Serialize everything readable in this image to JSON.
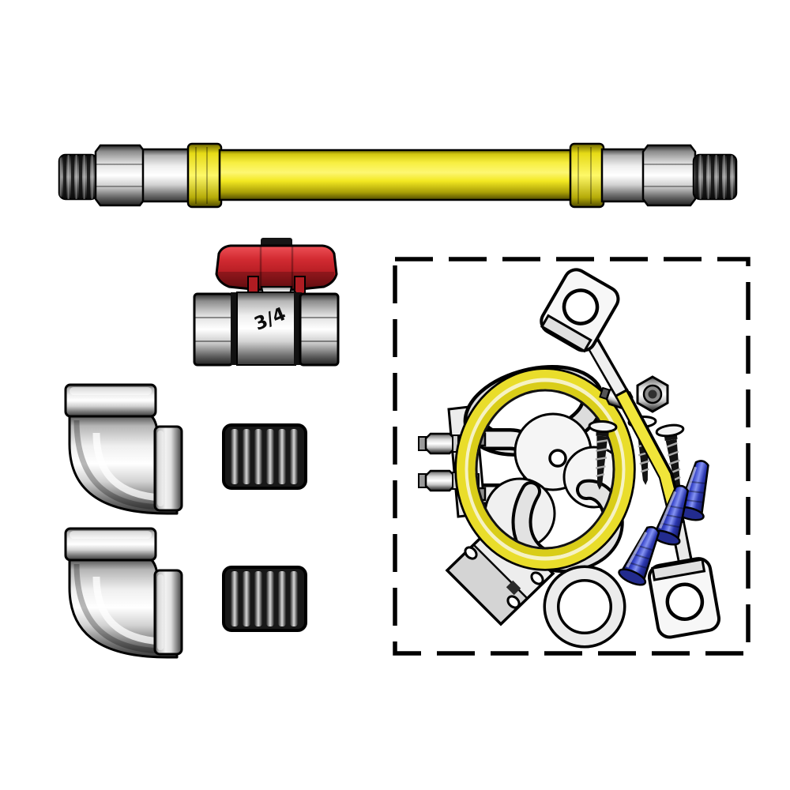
{
  "image": {
    "type": "product-illustration",
    "background_color": "#ffffff",
    "hose": {
      "part": "yellow-coated-gas-connector-hose",
      "body_color": "#f3e822"
    },
    "valve": {
      "part": "gas-ball-valve",
      "handle_color": "#d32b32",
      "marking": "3/4"
    },
    "elbows": {
      "part": "90-degree-elbow-fitting",
      "count": 2
    },
    "nipples": {
      "part": "threaded-pipe-nipple",
      "count": 2
    },
    "kit": {
      "part": "restraining-cable-installation-kit",
      "border_style": "dashed",
      "coil_color": "#e9dd2b",
      "anchor_color": "#3543c8",
      "anchor_count": 3,
      "screw_count": 3,
      "bolt_count": 2,
      "nut_count": 1,
      "eyelet_count": 2
    }
  }
}
